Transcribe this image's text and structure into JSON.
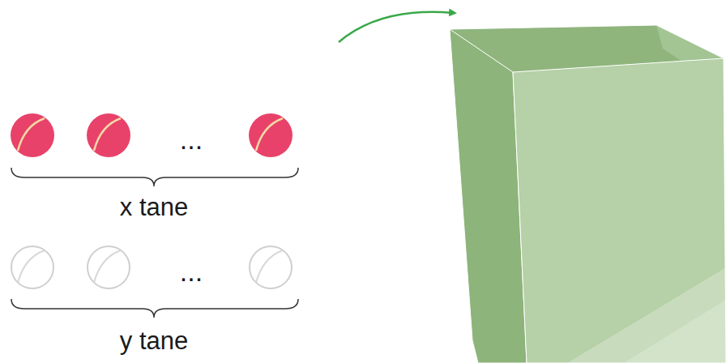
{
  "diagram": {
    "labels": [
      "...",
      "x tane",
      "...",
      "y tane"
    ]
  }
}
